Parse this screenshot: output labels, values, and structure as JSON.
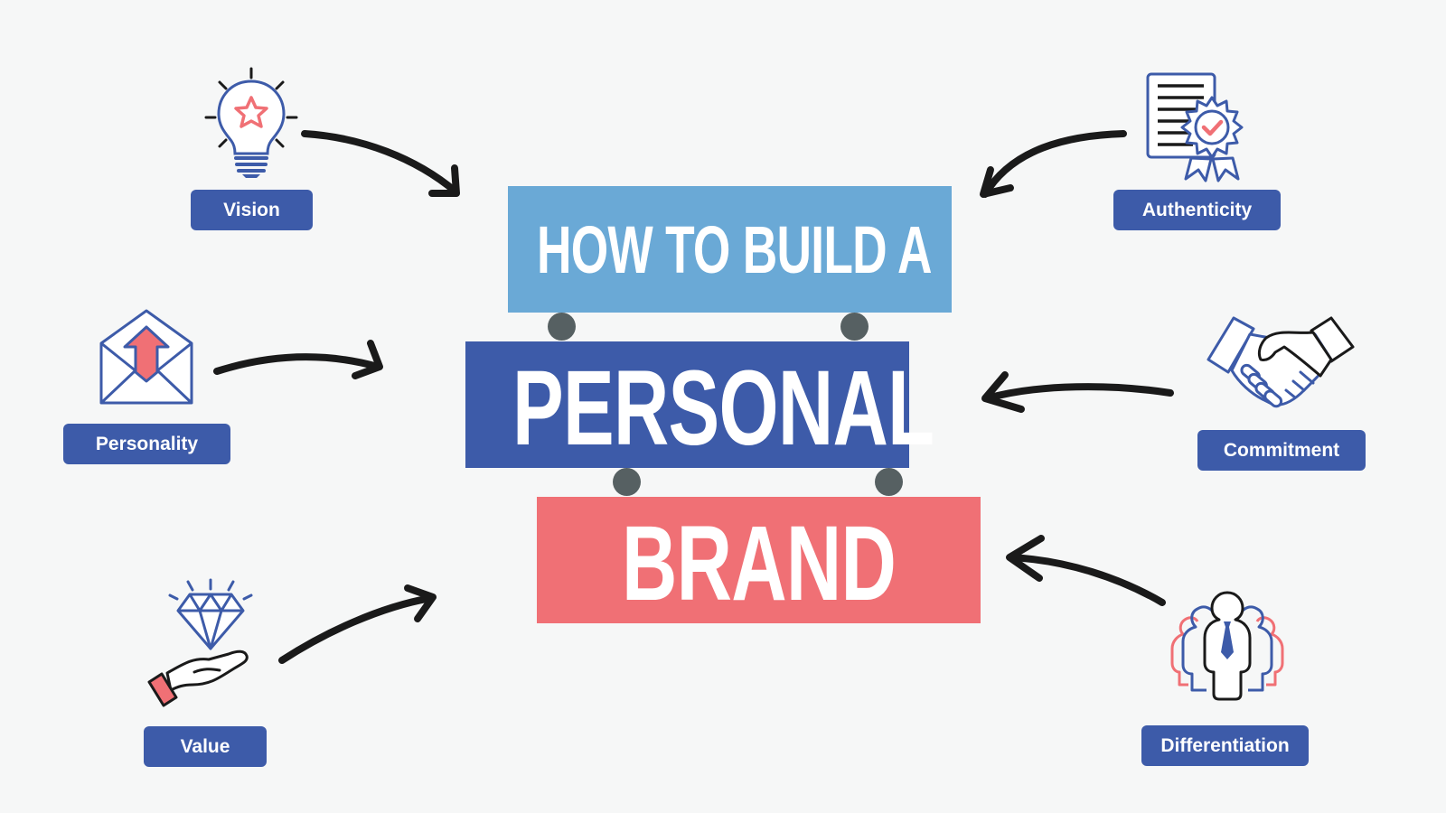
{
  "title": {
    "line1": "HOW TO BUILD A",
    "line2": "PERSONAL",
    "line3": "BRAND"
  },
  "colors": {
    "background": "#f6f7f7",
    "light_blue": "#6aa9d6",
    "dark_blue": "#3d5ba9",
    "coral": "#f07075",
    "connector_dot": "#566062",
    "arrow": "#1a1a1a"
  },
  "pillars": [
    {
      "label": "Vision",
      "icon": "lightbulb-star-icon",
      "side": "left"
    },
    {
      "label": "Personality",
      "icon": "envelope-arrow-icon",
      "side": "left"
    },
    {
      "label": "Value",
      "icon": "hand-diamond-icon",
      "side": "left"
    },
    {
      "label": "Authenticity",
      "icon": "certificate-badge-icon",
      "side": "right"
    },
    {
      "label": "Commitment",
      "icon": "handshake-icon",
      "side": "right"
    },
    {
      "label": "Differentiation",
      "icon": "group-people-icon",
      "side": "right"
    }
  ]
}
